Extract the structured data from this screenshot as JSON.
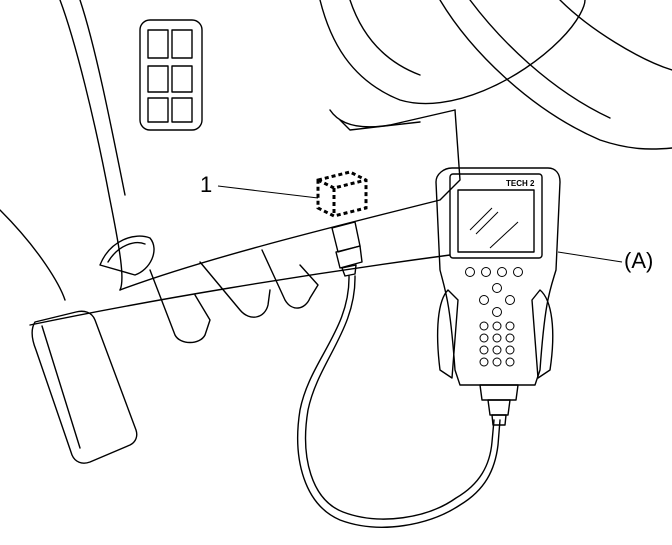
{
  "callouts": {
    "part_1": "1",
    "part_a": "(A)"
  },
  "device": {
    "name": "TECH 2"
  },
  "colors": {
    "line": "#000000",
    "background": "#ffffff"
  }
}
